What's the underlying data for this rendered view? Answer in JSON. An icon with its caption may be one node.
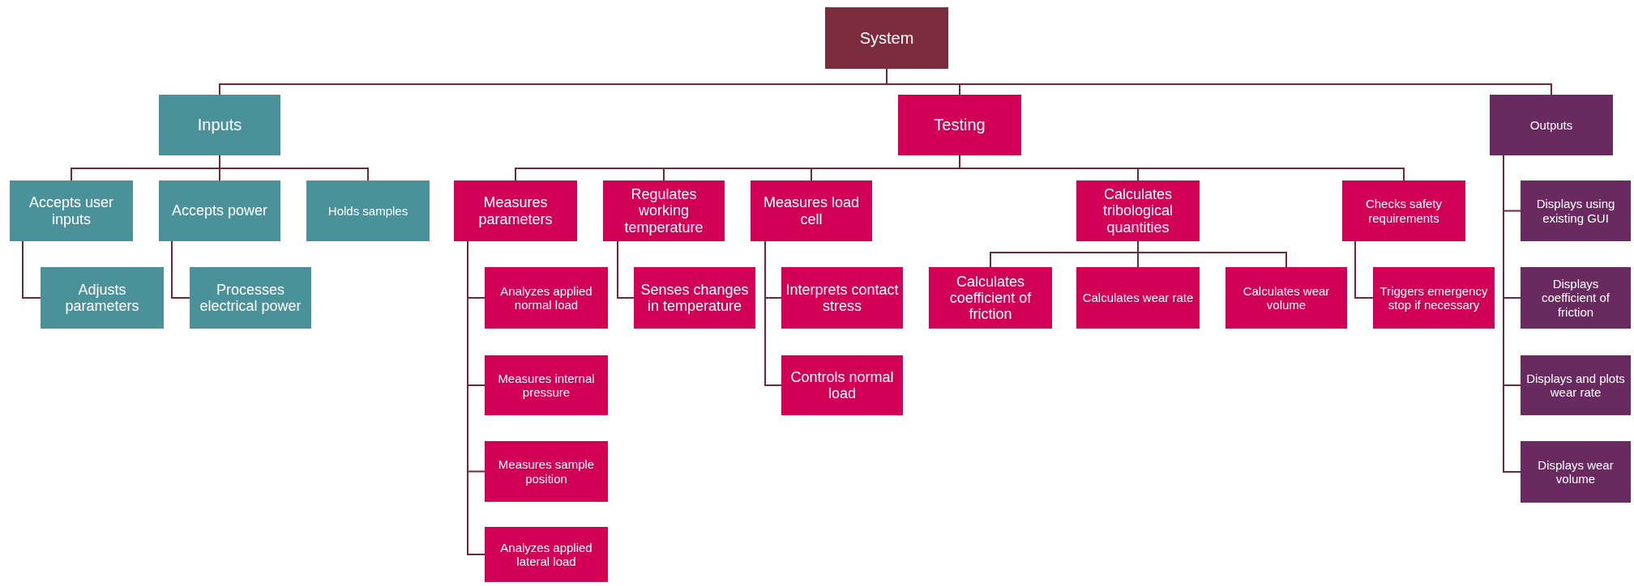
{
  "diagram": {
    "nodes": [
      {
        "text": [
          "System"
        ]
      },
      {
        "text": [
          "Inputs"
        ]
      },
      {
        "text": [
          "Testing"
        ]
      },
      {
        "text": [
          "Outputs"
        ]
      },
      {
        "text": [
          "Accepts user inputs"
        ]
      },
      {
        "text": [
          "Adjusts parameters"
        ]
      },
      {
        "text": [
          "Accepts power"
        ]
      },
      {
        "text": [
          "Processes electrical power"
        ]
      },
      {
        "text": [
          "Holds samples"
        ]
      },
      {
        "text": [
          "Measures parameters"
        ]
      },
      {
        "text": [
          "Analyzes applied normal load"
        ]
      },
      {
        "text": [
          "Measures internal pressure"
        ]
      },
      {
        "text": [
          "Measures sample position"
        ]
      },
      {
        "text": [
          "Analyzes applied lateral load"
        ]
      },
      {
        "text": [
          "Regulates working temperature"
        ]
      },
      {
        "text": [
          "Senses changes in temperature"
        ]
      },
      {
        "text": [
          "Measures load cell"
        ]
      },
      {
        "text": [
          "Interprets contact stress"
        ]
      },
      {
        "text": [
          "Controls normal load"
        ]
      },
      {
        "text": [
          "Calculates tribological quantities"
        ]
      },
      {
        "text": [
          "Calculates coefficient of friction"
        ]
      },
      {
        "text": [
          "Calculates wear rate"
        ]
      },
      {
        "text": [
          "Calculates wear volume"
        ]
      },
      {
        "text": [
          "Checks safety requirements"
        ]
      },
      {
        "text": [
          "Triggers emergency stop if necessary"
        ]
      },
      {
        "text": [
          "Displays using existing GUI"
        ]
      },
      {
        "text": [
          "Displays coefficient of friction"
        ]
      },
      {
        "text": [
          "Displays and plots wear rate"
        ]
      },
      {
        "text": [
          "Displays wear volume"
        ]
      }
    ],
    "edges": [
      {
        "from": 0,
        "to": 1,
        "arrow": "none"
      },
      {
        "from": 0,
        "to": 2,
        "arrow": "none"
      },
      {
        "from": 0,
        "to": 3,
        "arrow": "none"
      },
      {
        "from": 1,
        "to": 4,
        "arrow": "none"
      },
      {
        "from": 1,
        "to": 6,
        "arrow": "none"
      },
      {
        "from": 1,
        "to": 8,
        "arrow": "none"
      },
      {
        "from": 4,
        "to": 5,
        "arrow": "none"
      },
      {
        "from": 6,
        "to": 7,
        "arrow": "none"
      },
      {
        "from": 2,
        "to": 9,
        "arrow": "none"
      },
      {
        "from": 2,
        "to": 14,
        "arrow": "none"
      },
      {
        "from": 2,
        "to": 16,
        "arrow": "none"
      },
      {
        "from": 2,
        "to": 19,
        "arrow": "none"
      },
      {
        "from": 2,
        "to": 23,
        "arrow": "none"
      },
      {
        "from": 9,
        "to": 10,
        "arrow": "none"
      },
      {
        "from": 9,
        "to": 11,
        "arrow": "none"
      },
      {
        "from": 9,
        "to": 12,
        "arrow": "none"
      },
      {
        "from": 9,
        "to": 13,
        "arrow": "none"
      },
      {
        "from": 14,
        "to": 15,
        "arrow": "none"
      },
      {
        "from": 16,
        "to": 17,
        "arrow": "none"
      },
      {
        "from": 16,
        "to": 18,
        "arrow": "none"
      },
      {
        "from": 19,
        "to": 20,
        "arrow": "none"
      },
      {
        "from": 19,
        "to": 21,
        "arrow": "none"
      },
      {
        "from": 19,
        "to": 22,
        "arrow": "none"
      },
      {
        "from": 23,
        "to": 24,
        "arrow": "none"
      },
      {
        "from": 3,
        "to": 25,
        "arrow": "none"
      },
      {
        "from": 3,
        "to": 26,
        "arrow": "none"
      },
      {
        "from": 3,
        "to": 27,
        "arrow": "none"
      },
      {
        "from": 3,
        "to": 28,
        "arrow": "none"
      }
    ]
  }
}
